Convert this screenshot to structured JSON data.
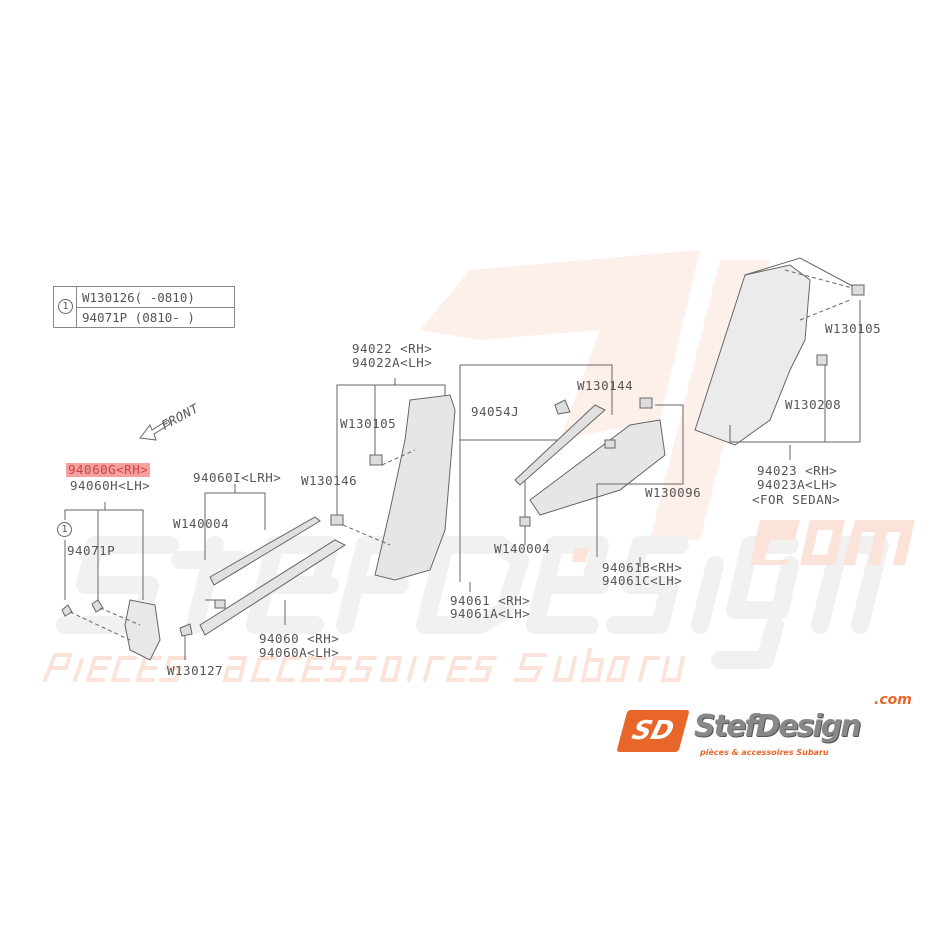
{
  "legend_table": {
    "ref": "1",
    "rows": [
      "W130126(  -0810)",
      "94071P  (0810-  )"
    ]
  },
  "front_label": "FRONT",
  "callouts": {
    "p94060G": "94060G<RH>",
    "p94060H": "94060H<LH>",
    "ref1": "1",
    "p94071P": "94071P",
    "p94060I": "94060I<LRH>",
    "w140004_left": "W140004",
    "w130146": "W130146",
    "w130105_mid": "W130105",
    "p94022": "94022 <RH>",
    "p94022A": "94022A<LH>",
    "p94060": "94060  <RH>",
    "p94060A": "94060A<LH>",
    "w130127": "W130127",
    "p94054J": "94054J",
    "w130144": "W130144",
    "w130096": "W130096",
    "w140004_right": "W140004",
    "p94061": "94061  <RH>",
    "p94061A": "94061A<LH>",
    "p94061B": "94061B<RH>",
    "p94061C": "94061C<LH>",
    "w130105_right": "W130105",
    "w130208": "W130208",
    "p94023": "94023 <RH>",
    "p94023A": "94023A<LH>",
    "for_sedan": "<FOR SEDAN>"
  },
  "watermark": {
    "brand": "StefDesign",
    "domain": ".com",
    "tagline": "pièces & accessoires Subaru"
  },
  "logo": {
    "mark": "SD",
    "name": "StefDesign",
    "domain": ".com",
    "tagline": "pièces & accessoires Subaru"
  },
  "colors": {
    "brand_orange": "#e8662a",
    "highlight": "#f4a0a0",
    "line": "#666666"
  }
}
